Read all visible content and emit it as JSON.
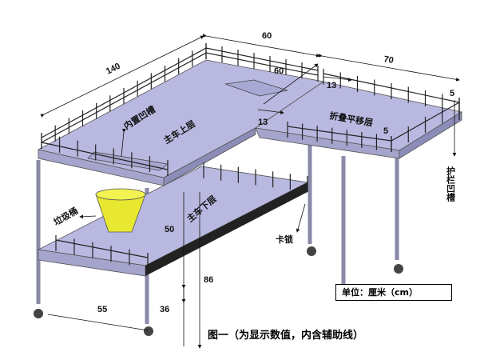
{
  "dimensions": {
    "main_length": "140",
    "main_width": "60",
    "fold_offset": "60",
    "fold_length": "70",
    "fold_rail_gap": "13",
    "main_rail_gap": "13",
    "rail_inset_right": "5",
    "rail_inset_front": "5",
    "lower_to_upper": "50",
    "total_height": "86",
    "lower_height": "36",
    "lower_depth": "55"
  },
  "labels": {
    "groove": "内置凹槽",
    "main_upper": "主车上层",
    "fold_layer": "折叠平移层",
    "rail_groove": "护栏凹槽",
    "trash_bin": "垃圾桶",
    "main_lower": "主车下层",
    "lock": "卡锁"
  },
  "unit": "单位：厘米（cm）",
  "caption": "图一（为显示数值，内含辅助线）",
  "colors": {
    "deck": "#b8b8e0",
    "deck_edge": "#9c9cc8",
    "bucket": "#e8e830",
    "line": "#111111"
  }
}
